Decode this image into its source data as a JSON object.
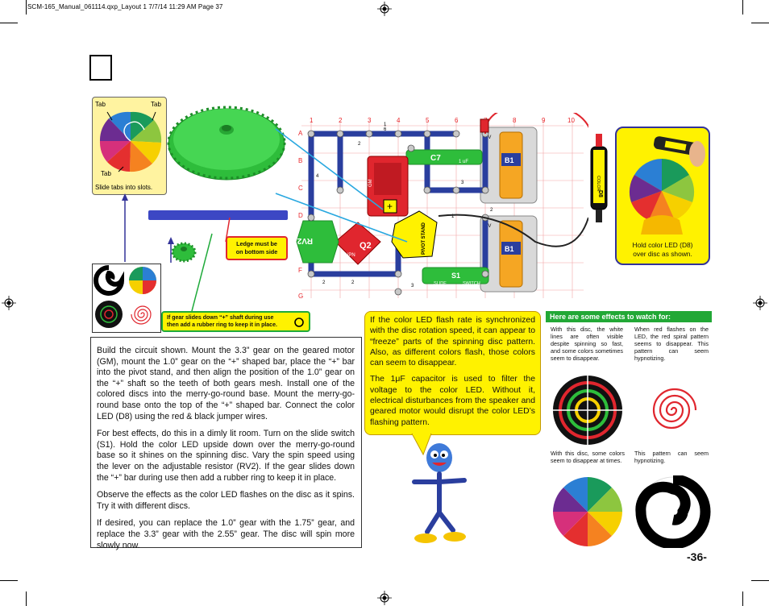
{
  "print_header": "SCM-165_Manual_061114.qxp_Layout 1  7/7/14  11:29 AM  Page 37",
  "page_number": "-36-",
  "tab_panel": {
    "tab_left": "Tab",
    "tab_right": "Tab",
    "tab_bottom": "Tab",
    "caption": "Slide tabs into slots."
  },
  "ledge_note": {
    "line1": "Ledge must be",
    "line2": "on bottom side"
  },
  "ring_note": {
    "line1": "If gear slides down “+” shaft during use",
    "line2": "then add a rubber ring to keep it in place."
  },
  "led_panel": {
    "caption_line1": "Hold color LED (D8)",
    "caption_line2": "over disc as shown.",
    "led_label": "D8",
    "led_text": "COLOR"
  },
  "board": {
    "columns": [
      "1",
      "2",
      "3",
      "4",
      "5",
      "6",
      "7",
      "8",
      "9",
      "10"
    ],
    "rows": [
      "A",
      "B",
      "C",
      "D",
      "E",
      "F",
      "G"
    ],
    "parts": {
      "c7": "C7",
      "c7_value": "1 uF",
      "b1_top": "B1",
      "b1_bottom": "B1",
      "battery_voltage": "3V",
      "q2": "Q2",
      "npn": "NPN",
      "rv2": "RV2",
      "gm": "GM",
      "pivot_stand": "PIVOT STAND",
      "s1": "S1",
      "slide": "SLIDE",
      "switch": "SWITCH"
    },
    "snap_numbers": [
      "1",
      "2",
      "3",
      "4",
      "5",
      "6"
    ]
  },
  "main_text": {
    "p1": "Build the circuit shown. Mount the 3.3” gear on the geared motor (GM), mount the 1.0” gear on the “+” shaped bar, place the “+” bar into the pivot stand, and then align the position of the 1.0” gear on the “+” shaft so the teeth of both gears mesh. Install one of the colored discs into the merry-go-round base. Mount the merry-go-round base onto the top of the “+” shaped bar. Connect the color LED (D8) using the red & black jumper wires.",
    "p2": "For best effects, do this in a dimly lit room. Turn on the slide switch (S1). Hold the color LED upside down over the merry-go-round base so it shines on the spinning disc. Vary the spin speed using the lever on the adjustable resistor (RV2).  If the gear slides down the “+” bar during use then add a rubber ring to keep it in place.",
    "p3": "Observe the effects as the color LED flashes on the disc as it spins. Try it with different discs.",
    "p4": "If desired, you can replace the 1.0” gear with the 1.75” gear, and replace the 3.3” gear with the 2.55” gear. The disc will spin more slowly now."
  },
  "callout": {
    "p1": "If the color LED flash rate is synchronized with the disc rotation speed, it can appear to “freeze” parts of the spinning disc pattern. Also, as different colors flash, those colors can seem to disappear.",
    "p2": "The 1μF capacitor is used to filter the voltage to the color LED. Without it, electrical disturbances from the speaker and geared motor would disrupt the color LED’s flashing pattern."
  },
  "effects": {
    "heading": "Here are some effects to watch for:",
    "e1": "With this disc, the white lines are often visible despite spinning so fast, and some colors sometimes seem to disappear.",
    "e2": "When red flashes on the LED, the red spiral pattern seems to disappear. This pattern can seem hypnotizing.",
    "e3": "With this disc, some colors seem to disappear at times.",
    "e4": "This pattern can seem hypnotizing."
  },
  "colors": {
    "snap_blue": "#2a3e9e",
    "green": "#2ebd3b",
    "red": "#e0262e",
    "yellow": "#fff200",
    "board_grid": "#e8262b"
  }
}
